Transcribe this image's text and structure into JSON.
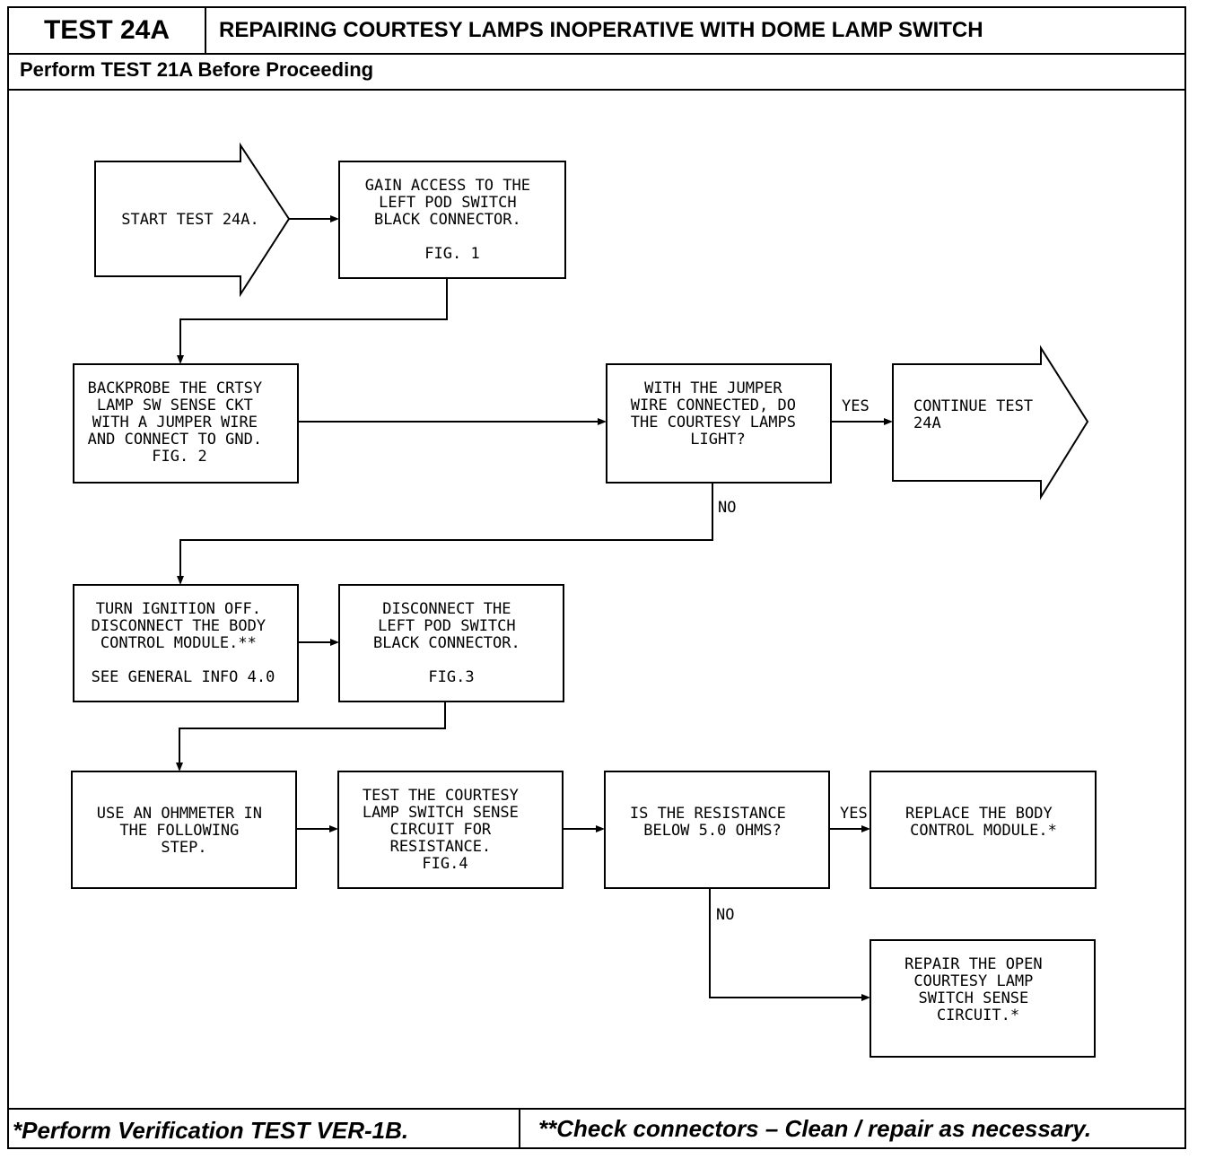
{
  "header": {
    "test_id": "TEST 24A",
    "title": "REPAIRING COURTESY LAMPS INOPERATIVE WITH DOME LAMP SWITCH",
    "prerequisite": "Perform TEST 21A Before Proceeding"
  },
  "flow": {
    "start": [
      "START TEST 24A."
    ],
    "step_access": [
      "GAIN ACCESS TO THE",
      "LEFT POD SWITCH",
      "BLACK CONNECTOR.",
      "",
      "FIG. 1"
    ],
    "step_backprobe": [
      "BACKPROBE THE CRTSY",
      "LAMP SW SENSE CKT",
      "WITH A JUMPER WIRE",
      "AND CONNECT TO GND.",
      "FIG. 2"
    ],
    "decision_jumper": [
      "WITH THE JUMPER",
      "WIRE CONNECTED, DO",
      "THE COURTESY LAMPS",
      "LIGHT?"
    ],
    "continue": [
      "CONTINUE TEST",
      "24A"
    ],
    "step_ignition": [
      "TURN IGNITION OFF.",
      "DISCONNECT THE BODY",
      "CONTROL MODULE.**",
      "",
      "SEE GENERAL INFO 4.0"
    ],
    "step_disconnect": [
      "DISCONNECT THE",
      "LEFT POD SWITCH",
      "BLACK CONNECTOR.",
      "",
      "FIG.3"
    ],
    "step_ohmmeter": [
      "USE AN OHMMETER IN",
      "THE FOLLOWING",
      "STEP."
    ],
    "step_test_circuit": [
      "TEST THE COURTESY",
      "LAMP SWITCH SENSE",
      "CIRCUIT FOR",
      "RESISTANCE.",
      "FIG.4"
    ],
    "decision_resistance": [
      "IS THE RESISTANCE",
      "BELOW 5.0 OHMS?"
    ],
    "result_replace": [
      "REPLACE THE BODY",
      "CONTROL MODULE.*"
    ],
    "result_repair": [
      "REPAIR THE OPEN",
      "COURTESY LAMP",
      "SWITCH SENSE",
      "CIRCUIT.*"
    ],
    "label_yes": "YES",
    "label_no": "NO"
  },
  "footer": {
    "left": "*Perform Verification TEST VER-1B.",
    "right": "**Check connectors – Clean / repair as necessary."
  }
}
